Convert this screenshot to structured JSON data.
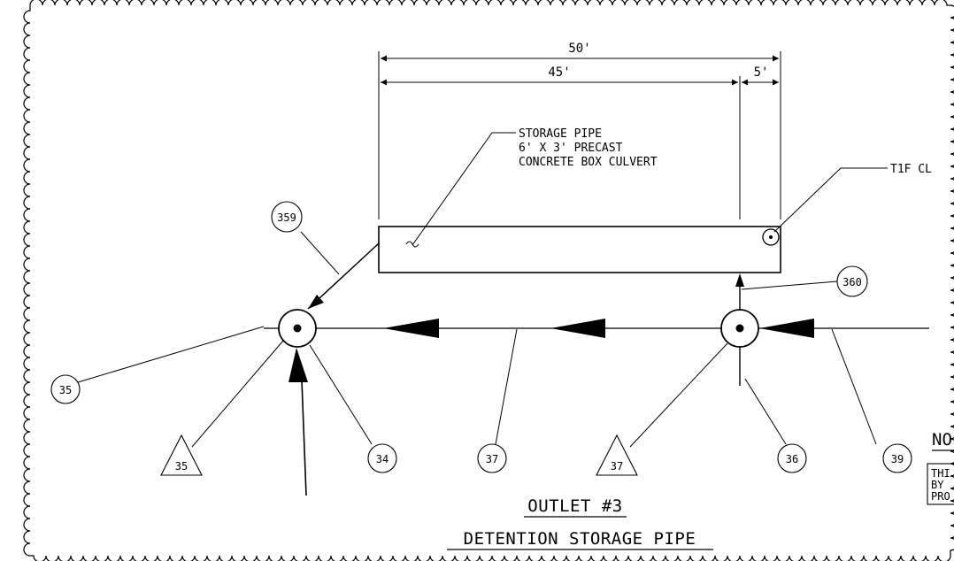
{
  "dimensions": {
    "overall": "50'",
    "left": "45'",
    "right": "5'"
  },
  "callouts": {
    "storage_pipe_line1": "STORAGE PIPE",
    "storage_pipe_line2": "6' X 3' PRECAST",
    "storage_pipe_line3": "CONCRETE BOX CULVERT",
    "t1f": "T1F CL"
  },
  "circle_labels": {
    "c359": "359",
    "c360": "360",
    "c35": "35",
    "c34": "34",
    "c37": "37",
    "c36": "36",
    "c39": "39"
  },
  "triangle_labels": {
    "t35": "35",
    "t37": "37"
  },
  "title": {
    "line1": "OUTLET #3",
    "line2": "DETENTION STORAGE PIPE"
  },
  "notes": {
    "heading": "NO",
    "line1": "THI",
    "line2": "BY",
    "line3": "PRO"
  }
}
